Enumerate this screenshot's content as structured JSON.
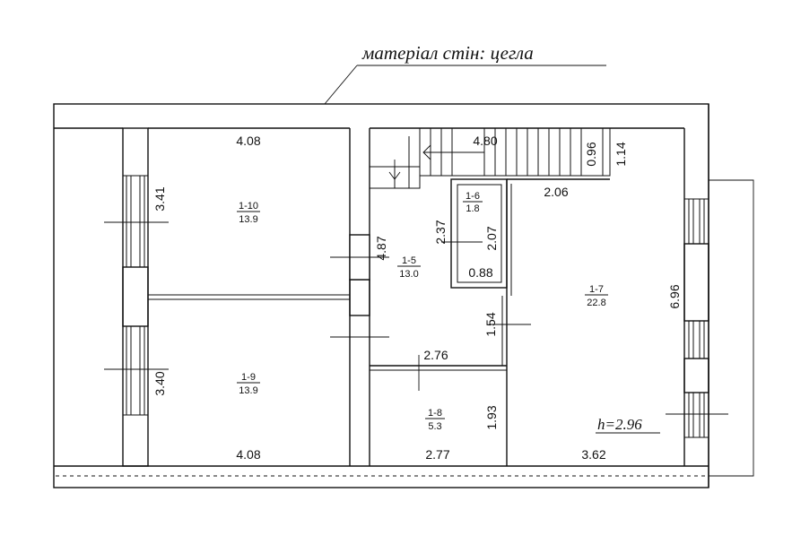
{
  "title": "матеріал стін: цегла",
  "ceiling_height": "h=2.96",
  "rooms": [
    {
      "id": "1-10",
      "area": "13.9"
    },
    {
      "id": "1-9",
      "area": "13.9"
    },
    {
      "id": "1-5",
      "area": "13.0"
    },
    {
      "id": "1-6",
      "area": "1.8"
    },
    {
      "id": "1-7",
      "area": "22.8"
    },
    {
      "id": "1-8",
      "area": "5.3"
    }
  ],
  "dimensions": {
    "r110_top": "4.08",
    "r110_side": "3.41",
    "r19_bottom": "4.08",
    "r19_side": "3.40",
    "stair_width": "4.80",
    "stair_depth_a": "0.96",
    "stair_depth_b": "1.14",
    "r17_top": "2.06",
    "r17_side": "6.96",
    "r17_bottom": "3.62",
    "r15_side": "4.87",
    "r15_bottom": "2.76",
    "r16_left": "2.37",
    "r16_right": "2.07",
    "r16_bottom": "0.88",
    "corridor": "1.54",
    "r18_side": "1.93",
    "r18_bottom": "2.77"
  }
}
